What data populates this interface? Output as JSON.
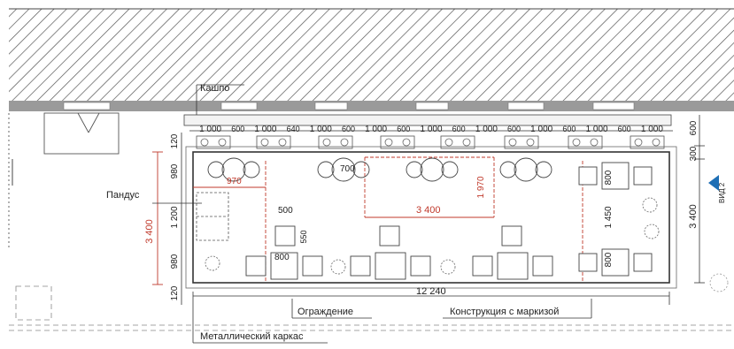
{
  "labels": {
    "kashpo": "Кашпо",
    "pandus": "Пандус",
    "ograzhdenie": "Ограждение",
    "konstruktsiya": "Конструкция с маркизой",
    "karkas": "Металлический каркас",
    "vid": "ВИД 2"
  },
  "top_dims": [
    "1 000",
    "600",
    "1 000",
    "640",
    "1 000",
    "600",
    "1 000",
    "600",
    "1 000",
    "600",
    "1 000",
    "600",
    "1 000",
    "600",
    "1 000",
    "600",
    "1 000"
  ],
  "dims": {
    "total_width": "12 240",
    "left_total": "3 400",
    "right_total": "3 400",
    "left_120_top": "120",
    "left_980_top": "980",
    "left_1200": "1 200",
    "left_980_bottom": "980",
    "left_120_bottom": "120",
    "right_600": "600",
    "right_300": "300",
    "d970": "970",
    "d700": "700",
    "d3400": "3 400",
    "d1970": "1 970",
    "d500": "500",
    "d550": "550",
    "d800a": "800",
    "d800b": "800",
    "d800c": "800",
    "d1450": "1 450"
  },
  "colors": {
    "line": "#333333",
    "dim_red": "#c0392b",
    "accent": "#1f6fb5"
  }
}
